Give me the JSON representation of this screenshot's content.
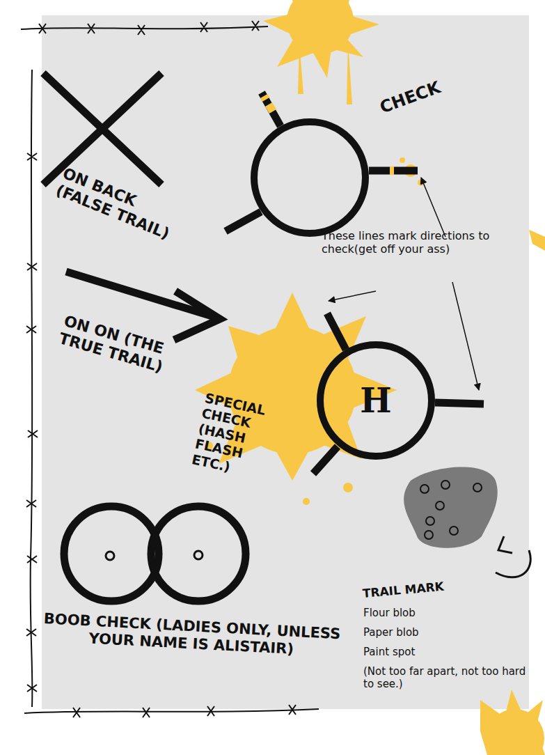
{
  "diagram": {
    "nodes": [
      {
        "text": [
          "CHECK"
        ]
      },
      {
        "text": [
          "H",
          "SPECIAL CHECK (HASH FLASH ETC.)"
        ]
      }
    ],
    "labels": [
      "ON BACK (FALSE TRAIL)",
      "These lines mark directions to check(get off your ass)",
      "ON ON (THE TRUE TRAIL)",
      "BOOB CHECK (LADIES ONLY, UNLESS YOUR NAME IS ALISTAIR)",
      "TRAIL MARK",
      "Flour blob",
      "Paper blob",
      "Paint spot",
      "(Not too far apart, not too hard to see.)"
    ]
  }
}
